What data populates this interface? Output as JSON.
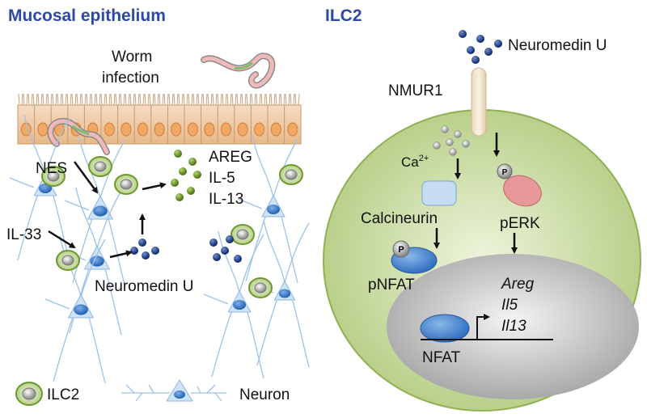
{
  "left_panel": {
    "title": "Mucosal epithelium",
    "worm_label_line1": "Worm",
    "worm_label_line2": "infection",
    "nes": "NES",
    "il33": "IL-33",
    "neuromedin": "Neuromedin U",
    "products": [
      "AREG",
      "IL-5",
      "IL-13"
    ]
  },
  "right_panel": {
    "title": "ILC2",
    "neuromedin": "Neuromedin U",
    "receptor": "NMUR1",
    "calcium_base": "Ca",
    "calcium_sup": "2+",
    "calcineurin": "Calcineurin",
    "perk": "pERK",
    "pnfat": "pNFAT",
    "nfat": "NFAT",
    "phospho": "P",
    "genes": [
      "Areg",
      "Il5",
      "Il13"
    ]
  },
  "legend": {
    "ilc2": "ILC2",
    "neuron": "Neuron"
  },
  "colors": {
    "title_blue": "#2b4aa0",
    "cell_green": "#dfeac8",
    "nmu_blue": "#1f3f8c",
    "cytokine_green": "#6f9a2e",
    "calcineurin_blue": "#bcd6ee",
    "perk_pink": "#e08a8a",
    "nfat_blue": "#3f7fc8",
    "nucleus_grey": "#d6d6d6"
  }
}
